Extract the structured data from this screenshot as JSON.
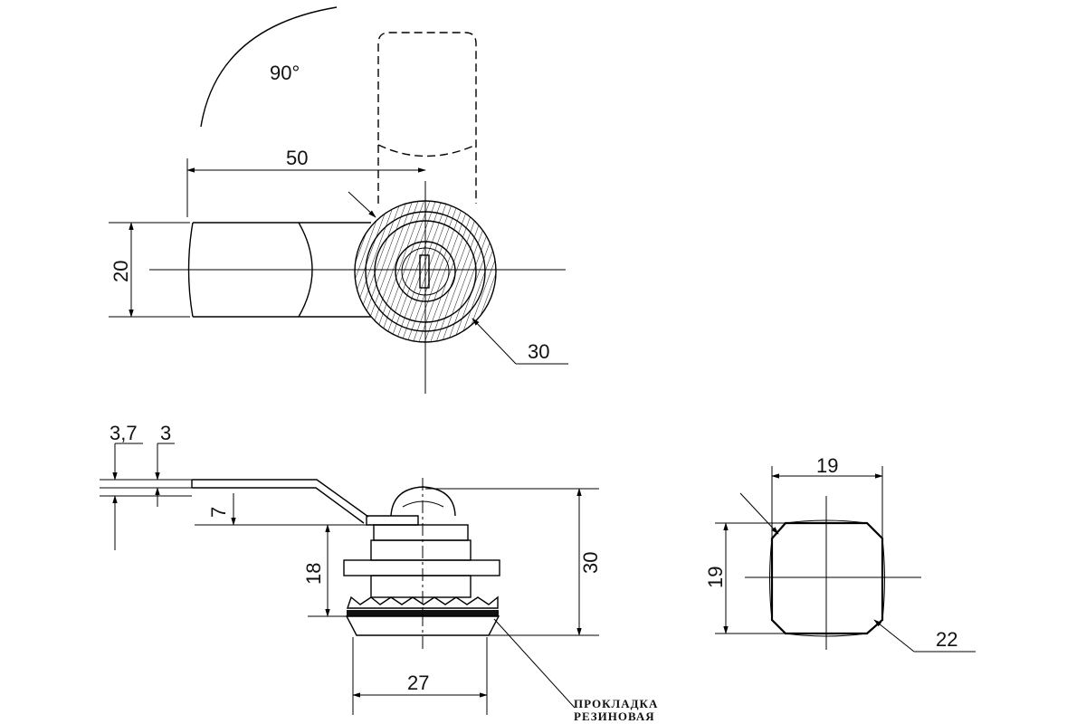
{
  "views": {
    "top": {
      "angle_label": "90°",
      "dims": {
        "lever_length": "50",
        "lever_width": "20",
        "body_diameter": "30"
      }
    },
    "side": {
      "dims": {
        "lever_thickness_outer": "3,7",
        "lever_thickness": "3",
        "lever_offset": "7",
        "thread_length": "18",
        "total_height": "30",
        "flange_diameter": "27"
      },
      "note": {
        "line1": "ПРОКЛАДКА",
        "line2": "РЕЗИНОВАЯ"
      }
    },
    "cutout": {
      "dims": {
        "width": "19",
        "height": "19",
        "diameter": "22"
      }
    }
  },
  "colors": {
    "line": "#000000",
    "background": "#ffffff"
  }
}
